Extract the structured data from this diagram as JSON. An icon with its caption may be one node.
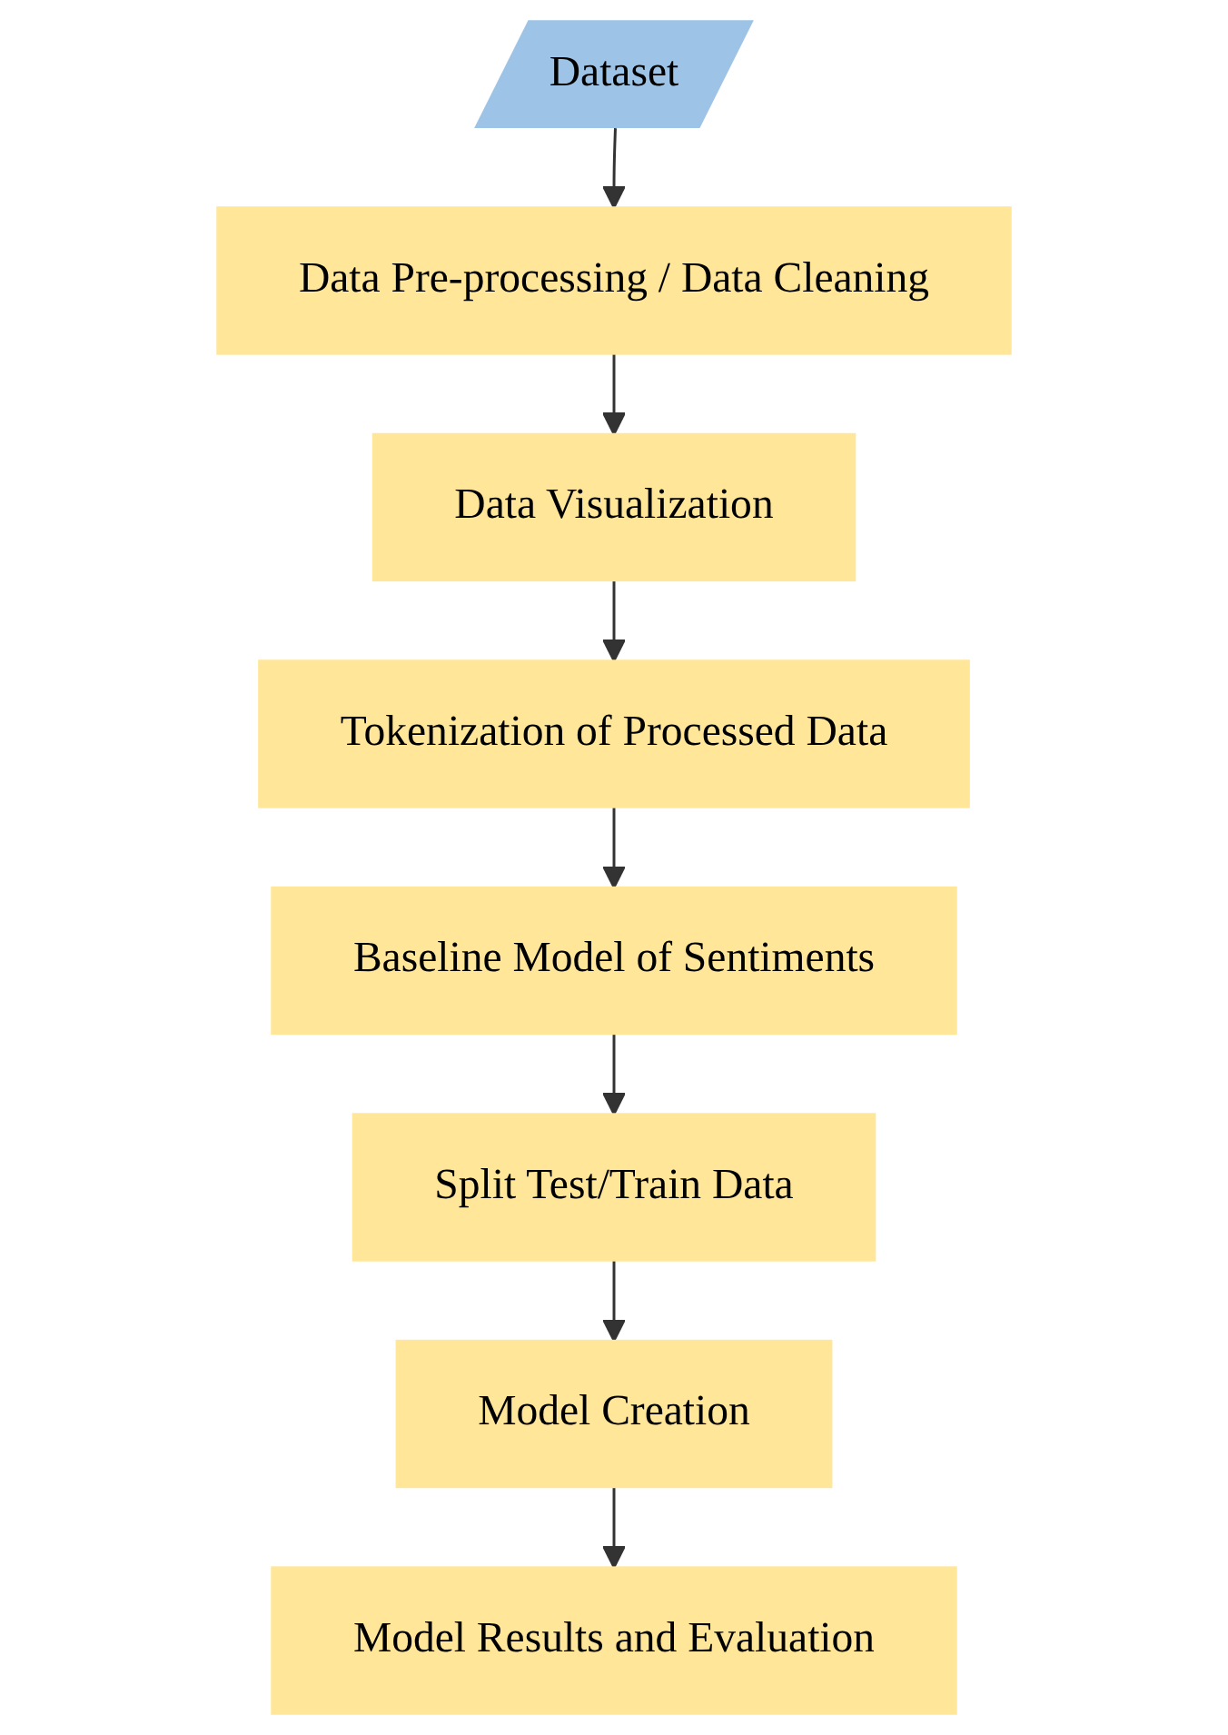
{
  "diagram": {
    "nodes": [
      {
        "text": [
          "Dataset"
        ]
      },
      {
        "text": [
          "Data Pre-processing / Data Cleaning"
        ]
      },
      {
        "text": [
          "Data Visualization"
        ]
      },
      {
        "text": [
          "Tokenization of Processed Data"
        ]
      },
      {
        "text": [
          "Baseline Model of Sentiments"
        ]
      },
      {
        "text": [
          "Split Test/Train Data"
        ]
      },
      {
        "text": [
          "Model Creation"
        ]
      },
      {
        "text": [
          "Model Results and Evaluation"
        ]
      }
    ],
    "edges": [
      {
        "from": 0,
        "to": 1,
        "arrow": "to"
      },
      {
        "from": 1,
        "to": 2,
        "arrow": "to"
      },
      {
        "from": 2,
        "to": 3,
        "arrow": "to"
      },
      {
        "from": 3,
        "to": 4,
        "arrow": "to"
      },
      {
        "from": 4,
        "to": 5,
        "arrow": "to"
      },
      {
        "from": 5,
        "to": 6,
        "arrow": "to"
      },
      {
        "from": 6,
        "to": 7,
        "arrow": "to"
      }
    ]
  }
}
